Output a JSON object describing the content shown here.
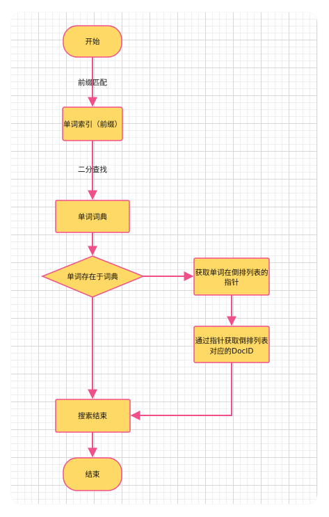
{
  "colors": {
    "node_fill": "#ffd966",
    "node_stroke": "#f0508a",
    "edge": "#f0508a",
    "grid": "#d8d8d8"
  },
  "nodes": {
    "start": "开始",
    "word_index": "单词索引（前缀）",
    "dictionary": "单词词典",
    "decision": "单词存在于词典",
    "get_inverted_pointer_line1": "获取单词在倒排列表的",
    "get_inverted_pointer_line2": "指针",
    "get_docid_line1": "通过指针获取倒排列表",
    "get_docid_line2": "对应的DocID",
    "search_end": "搜索结束",
    "end": "结束"
  },
  "edges": {
    "prefix_match": "前缀匹配",
    "binary_search": "二分查找"
  }
}
